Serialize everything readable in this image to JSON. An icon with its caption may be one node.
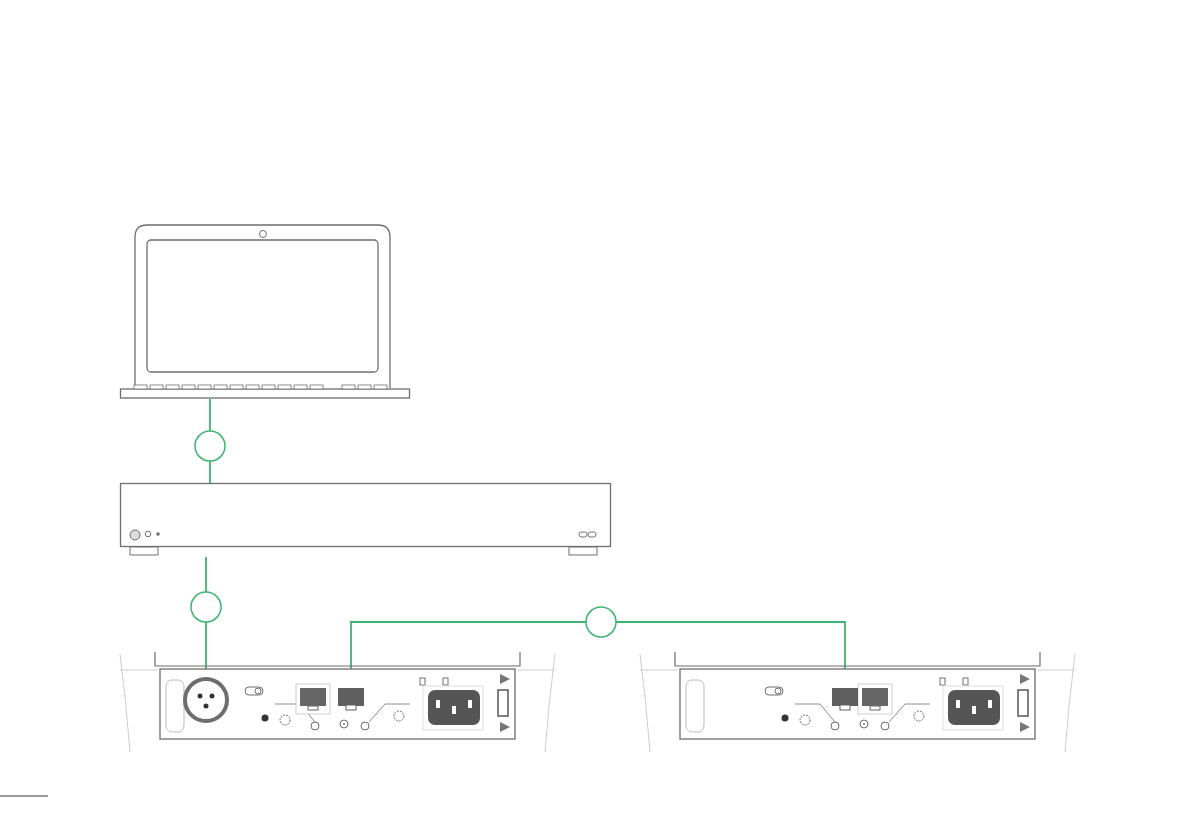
{
  "diagram": {
    "nodes": [
      {
        "text": [],
        "shape": "picture"
      },
      {
        "text": [],
        "shape": "circle"
      },
      {
        "text": [],
        "shape": "picture"
      },
      {
        "text": [],
        "shape": "circle"
      },
      {
        "text": [],
        "shape": "circle"
      },
      {
        "text": [],
        "shape": "picture"
      },
      {
        "text": [],
        "shape": "circle",
        "in": 5
      },
      {
        "text": [],
        "shape": "box",
        "in": 5
      },
      {
        "text": [],
        "shape": "picture"
      },
      {
        "text": [],
        "shape": "box",
        "in": 8
      }
    ],
    "edges": [
      {
        "from": 0,
        "to": 1,
        "arrow": "none"
      },
      {
        "from": 1,
        "to": 2,
        "arrow": "none"
      },
      {
        "from": 2,
        "to": 3,
        "arrow": "none"
      },
      {
        "from": 3,
        "to": 6,
        "arrow": "none"
      },
      {
        "from": 7,
        "to": 4,
        "arrow": "none"
      },
      {
        "from": 4,
        "to": 9,
        "arrow": "none"
      }
    ]
  }
}
